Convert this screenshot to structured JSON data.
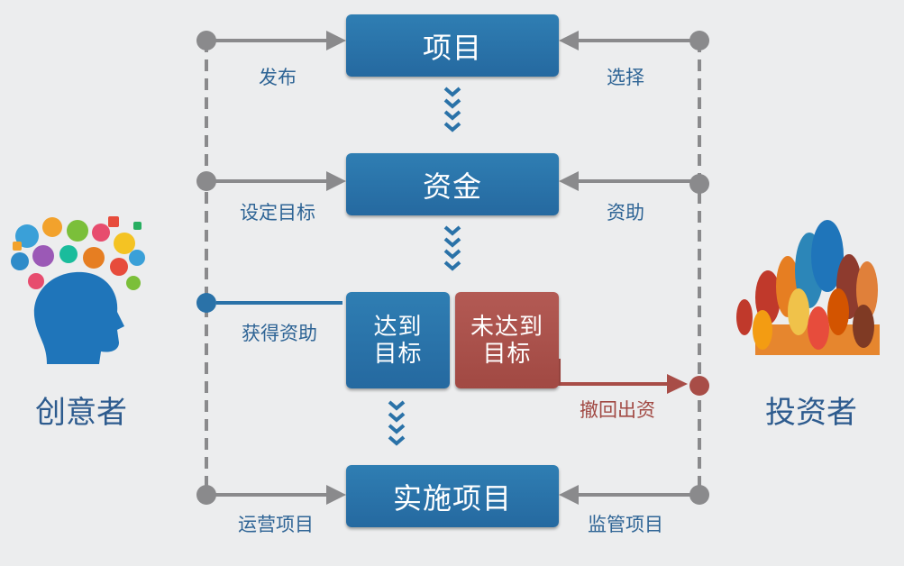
{
  "boxes": {
    "project": "项目",
    "funding": "资金",
    "reached": "达到\n目标",
    "not_reached": "未达到\n目标",
    "implement": "实施项目"
  },
  "labels": {
    "publish": "发布",
    "select": "选择",
    "set_goal": "设定目标",
    "sponsor": "资助",
    "get_funding": "获得资助",
    "withdraw": "撤回出资",
    "operate": "运营项目",
    "supervise": "监管项目"
  },
  "actors": {
    "creator": "创意者",
    "investor": "投资者"
  },
  "colors": {
    "box_blue": "#2a72a8",
    "box_red": "#a84d47",
    "label_blue": "#2e6495",
    "label_red": "#a14943",
    "arrow_gray": "#8a8a8c",
    "background": "#ecedee"
  }
}
